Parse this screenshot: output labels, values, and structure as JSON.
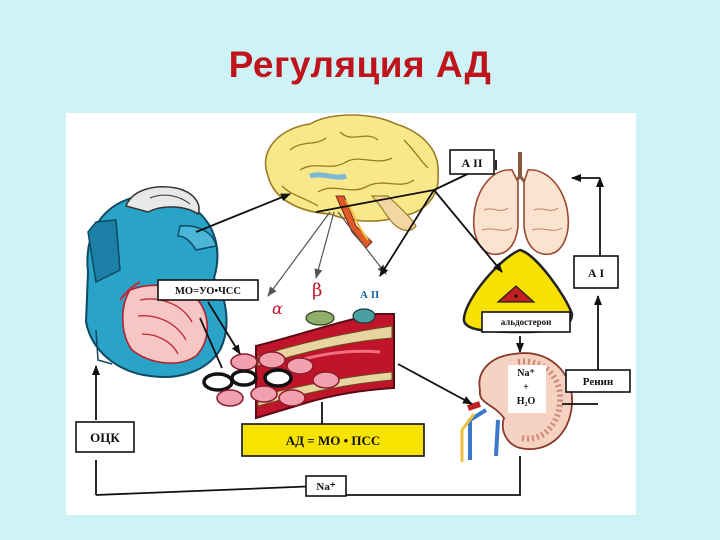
{
  "title": "Регуляция АД",
  "labels": {
    "mo_formula": "МО=УО•ЧСС",
    "ad_formula": "АД = МО • ПСС",
    "ock": "ОЦК",
    "a2_top": "А II",
    "a1": "А I",
    "renin": "Ренин",
    "aldosterone": "альдостерон",
    "na_bottom": "Na⁺",
    "kidney_na": "Na⁺",
    "kidney_plus": "+",
    "kidney_h2o": "H₂O",
    "alpha": "α",
    "beta": "β",
    "a2_vessel": "А II"
  },
  "colors": {
    "title": "#c0141c",
    "background": "#cdf3f6",
    "formula_box": "#f7e200",
    "heart_blue": "#2aa3c9",
    "vessel_red": "#c0142a",
    "brain_yellow": "#f8e88a",
    "adrenal_yellow": "#f8e000"
  }
}
